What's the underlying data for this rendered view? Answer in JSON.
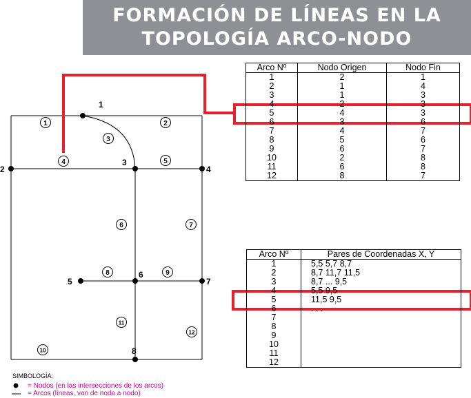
{
  "title": {
    "line1": "FORMACIÓN DE LÍNEAS EN LA",
    "line2": "TOPOLOGÍA ARCO-NODO"
  },
  "colors": {
    "banner": "#8f8f96",
    "highlight": "#e8202a",
    "legend_text": "#d4008a"
  },
  "table_topology": {
    "headers": [
      "Arco Nº",
      "Nodo Origen",
      "Nodo Fin"
    ],
    "rows": [
      [
        "1",
        "2",
        "1"
      ],
      [
        "2",
        "1",
        "4"
      ],
      [
        "3",
        "1",
        "3"
      ],
      [
        "4",
        "2",
        "3"
      ],
      [
        "5",
        "4",
        "3"
      ],
      [
        "6",
        "3",
        "6"
      ],
      [
        "7",
        "4",
        "7"
      ],
      [
        "8",
        "5",
        "6"
      ],
      [
        "9",
        "6",
        "7"
      ],
      [
        "10",
        "2",
        "8"
      ],
      [
        "11",
        "6",
        "8"
      ],
      [
        "12",
        "8",
        "7"
      ]
    ],
    "highlighted_arc": "4"
  },
  "table_coordinates": {
    "headers": [
      "Arco Nº",
      "Pares de Coordenadas X, Y"
    ],
    "rows": [
      [
        "1",
        "5,5  5,7  8,7"
      ],
      [
        "2",
        "8,7  11,7  11,5"
      ],
      [
        "3",
        "8,7 ...  9,5"
      ],
      [
        "4",
        "5,5  9,5"
      ],
      [
        "5",
        "11,5  9,5"
      ],
      [
        "6",
        ". . ."
      ],
      [
        "7",
        ""
      ],
      [
        "8",
        ""
      ],
      [
        "9",
        ""
      ],
      [
        "10",
        ""
      ],
      [
        "11",
        ""
      ],
      [
        "12",
        ""
      ]
    ]
  },
  "diagram": {
    "node_labels": [
      "1",
      "2",
      "3",
      "4",
      "5",
      "6",
      "7",
      "8"
    ],
    "polygon_labels": [
      "1",
      "2",
      "3",
      "4",
      "5",
      "6",
      "7",
      "8",
      "9",
      "10",
      "11",
      "12"
    ]
  },
  "legend": {
    "title": "SIMBOLOGÍA:",
    "nodes": "= Nodos (en las intersecciones de los arcos)",
    "arcs": "= Arcos (líneas, van de nodo a nodo)"
  }
}
